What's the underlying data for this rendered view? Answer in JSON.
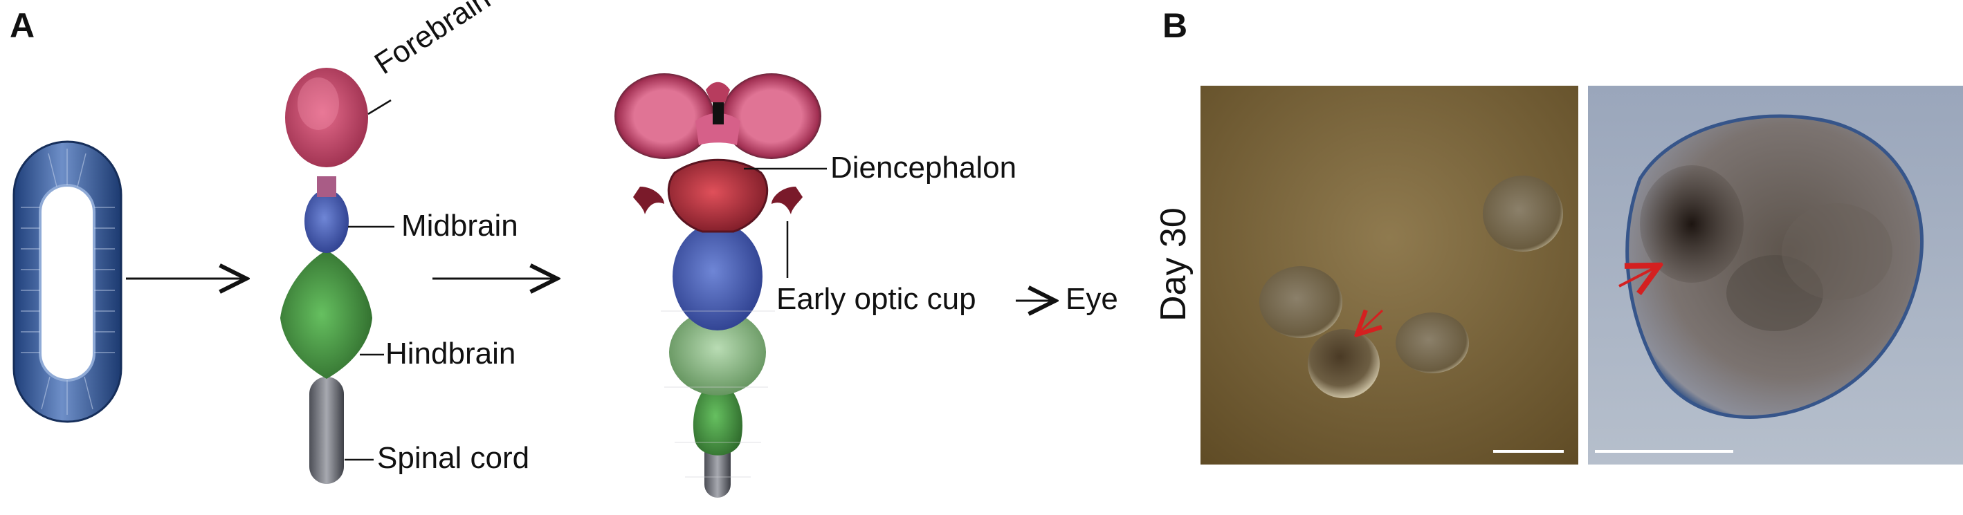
{
  "panel_a": {
    "letter": "A",
    "labels": {
      "forebrain": "Forebrain",
      "midbrain": "Midbrain",
      "hindbrain": "Hindbrain",
      "spinal_cord": "Spinal cord",
      "diencephalon": "Diencephalon",
      "early_optic_cup": "Early optic cup",
      "eye": "Eye"
    },
    "colors": {
      "neural_tube": "#3f6aa8",
      "forebrain": "#c9486a",
      "midbrain": "#4b63b5",
      "hindbrain": "#4f9a4a",
      "spinal_cord": "#6f717a",
      "diencephalon": "#b8343f"
    }
  },
  "panel_b": {
    "letter": "B",
    "day_label": "Day 30",
    "arrow_color": "#d42020"
  }
}
